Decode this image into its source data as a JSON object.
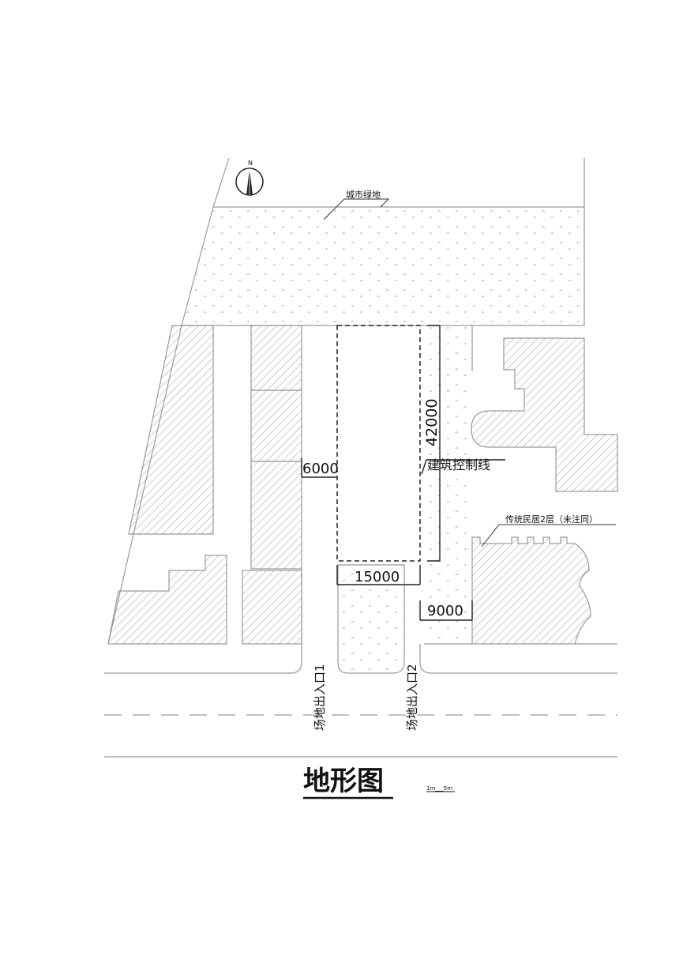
{
  "title": "地形图",
  "scale_bar": "1m___5m",
  "north_label": "N",
  "labels": {
    "green_space": "城市绿地",
    "traditional_houses": "传统民居2层（未注同）",
    "control_line": "建筑控制线",
    "entrance_1": "场地出入口1",
    "entrance_2": "场地出入口2"
  },
  "dimensions": {
    "width_15000": "15000",
    "height_42000": "42000",
    "offset_6000": "6000",
    "offset_9000": "9000"
  }
}
